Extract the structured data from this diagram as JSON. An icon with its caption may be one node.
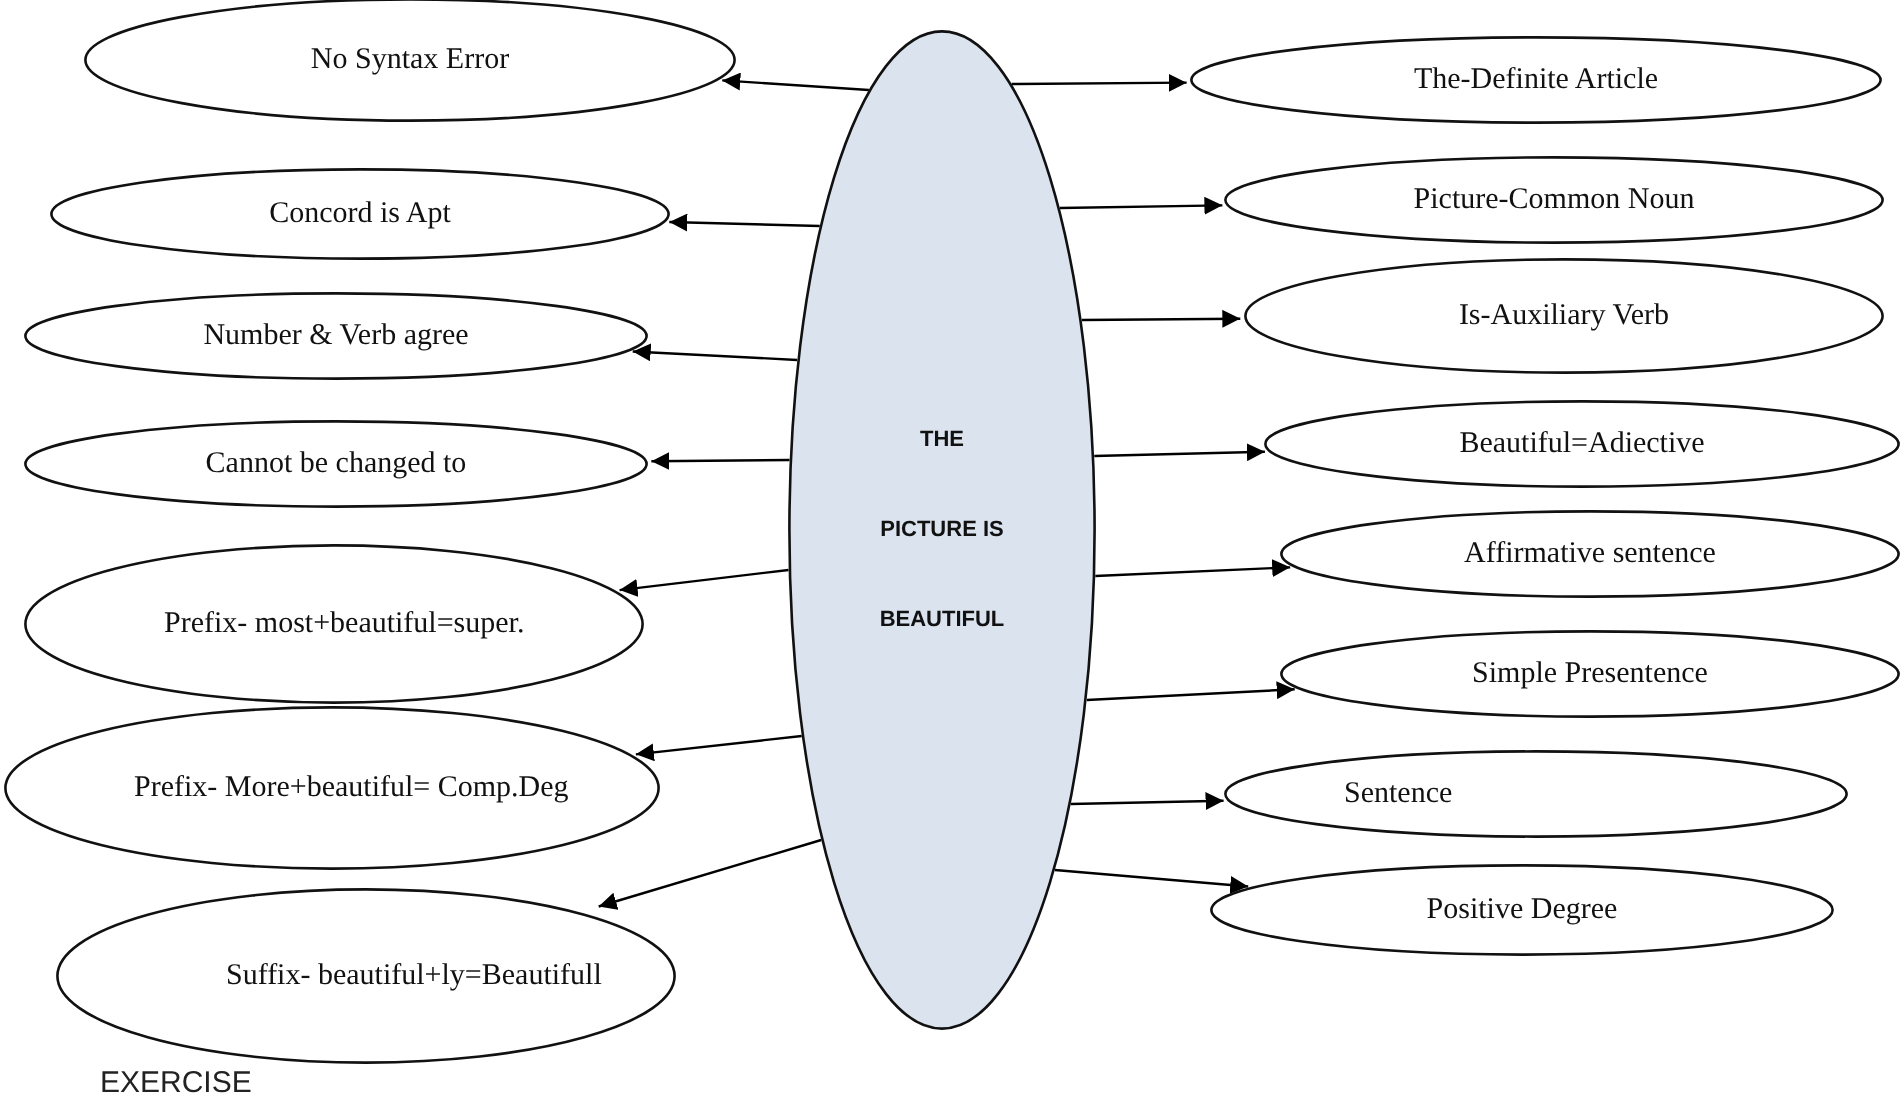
{
  "diagram": {
    "nodes": [
      {
        "text": [
          "THE PICTURE IS BEAUTIFUL"
        ]
      },
      {
        "text": [
          "No Syntax Error"
        ]
      },
      {
        "text": [
          "Concord is Apt"
        ]
      },
      {
        "text": [
          "Number & Verb agree"
        ]
      },
      {
        "text": [
          "Cannot be changed to"
        ]
      },
      {
        "text": [
          "Prefix- most+beautiful=super."
        ]
      },
      {
        "text": [
          "Prefix- More+beautiful= Comp.Deg"
        ]
      },
      {
        "text": [
          "Suffix- beautiful+ly=Beautifull"
        ]
      },
      {
        "text": [
          "The-Definite Article"
        ]
      },
      {
        "text": [
          "Picture-Common Noun"
        ]
      },
      {
        "text": [
          "Is-Auxiliary Verb"
        ]
      },
      {
        "text": [
          "Beautiful=Adiective"
        ]
      },
      {
        "text": [
          "Affirmative sentence"
        ]
      },
      {
        "text": [
          "Simple Presentence"
        ]
      },
      {
        "text": [
          "Sentence"
        ]
      },
      {
        "text": [
          "Positive Degree"
        ]
      }
    ],
    "edges": [
      {
        "from": 0,
        "to": 1,
        "arrow": "to"
      },
      {
        "from": 0,
        "to": 2,
        "arrow": "to"
      },
      {
        "from": 0,
        "to": 3,
        "arrow": "to"
      },
      {
        "from": 0,
        "to": 4,
        "arrow": "to"
      },
      {
        "from": 0,
        "to": 5,
        "arrow": "to"
      },
      {
        "from": 0,
        "to": 6,
        "arrow": "to"
      },
      {
        "from": 0,
        "to": 7,
        "arrow": "to"
      },
      {
        "from": 0,
        "to": 8,
        "arrow": "to"
      },
      {
        "from": 0,
        "to": 9,
        "arrow": "to"
      },
      {
        "from": 0,
        "to": 10,
        "arrow": "to"
      },
      {
        "from": 0,
        "to": 11,
        "arrow": "to"
      },
      {
        "from": 0,
        "to": 12,
        "arrow": "to"
      },
      {
        "from": 0,
        "to": 13,
        "arrow": "to"
      },
      {
        "from": 0,
        "to": 14,
        "arrow": "to"
      },
      {
        "from": 0,
        "to": 15,
        "arrow": "to"
      }
    ],
    "labels": [
      "EXERCISE"
    ]
  }
}
